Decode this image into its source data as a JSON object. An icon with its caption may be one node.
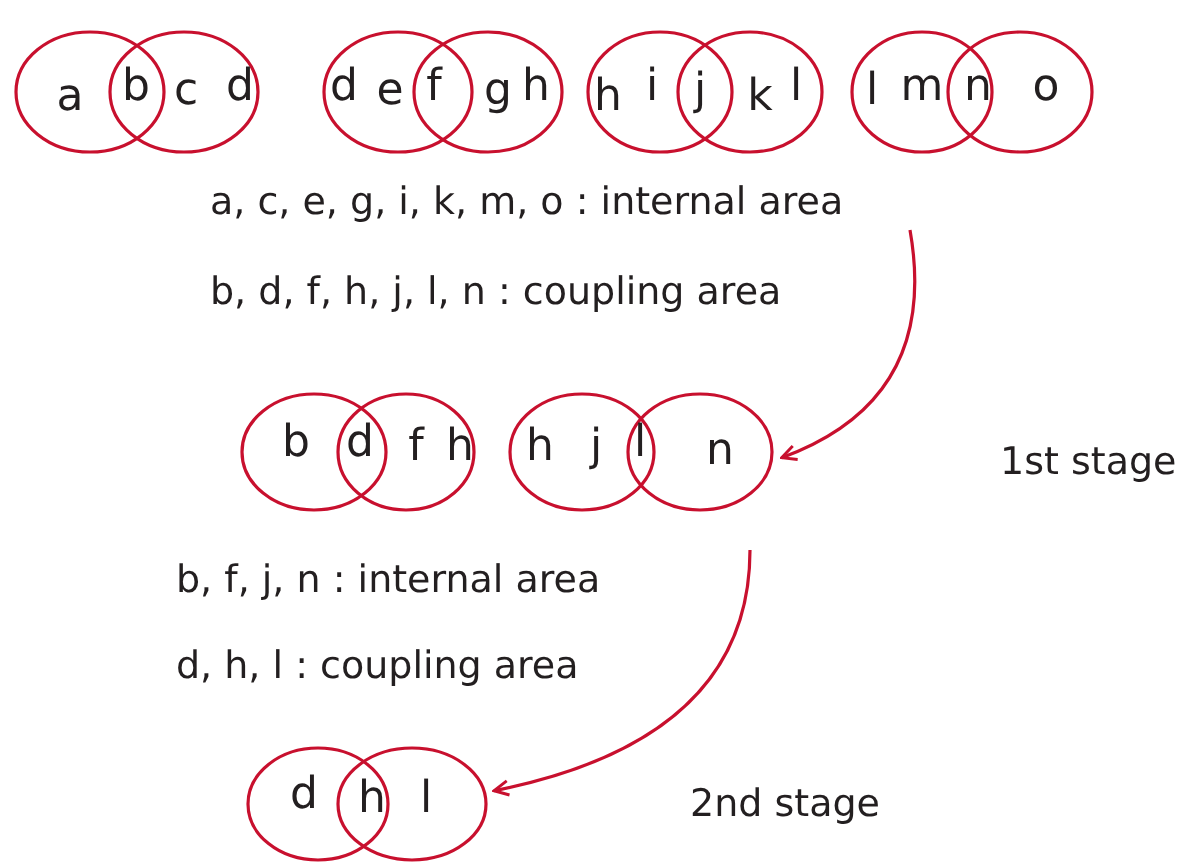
{
  "diagram": {
    "nodes": [
      {
        "text": [],
        "shape": "ellipse"
      },
      {
        "text": [],
        "shape": "ellipse"
      },
      {
        "text": [],
        "shape": "ellipse"
      },
      {
        "text": [],
        "shape": "ellipse"
      },
      {
        "text": [],
        "shape": "ellipse"
      },
      {
        "text": [],
        "shape": "ellipse"
      },
      {
        "text": [],
        "shape": "ellipse"
      },
      {
        "text": [],
        "shape": "ellipse"
      },
      {
        "text": [],
        "shape": "ellipse"
      },
      {
        "text": [],
        "shape": "ellipse"
      },
      {
        "text": [],
        "shape": "ellipse"
      },
      {
        "text": [],
        "shape": "ellipse"
      },
      {
        "text": [],
        "shape": "ellipse"
      },
      {
        "text": [],
        "shape": "ellipse"
      }
    ],
    "edges": [
      {
        "from": null,
        "to": 11,
        "arrow": "to"
      },
      {
        "from": null,
        "to": 13,
        "arrow": "to"
      }
    ],
    "labels": [
      "a",
      "b",
      "c",
      "d",
      "d",
      "e",
      "f",
      "g",
      "h",
      "h",
      "i",
      "j",
      "k",
      "l",
      "l",
      "m",
      "n",
      "o",
      "a, c, e, g, i, k, m, o : internal area",
      "b, d, f, h, j, l, n : coupling area",
      "b",
      "d",
      "f",
      "h",
      "h",
      "j",
      "l",
      "n",
      "1st stage",
      "b, f, j, n : internal area",
      "d, h, l : coupling area",
      "d",
      "h",
      "l",
      "2nd stage"
    ]
  }
}
